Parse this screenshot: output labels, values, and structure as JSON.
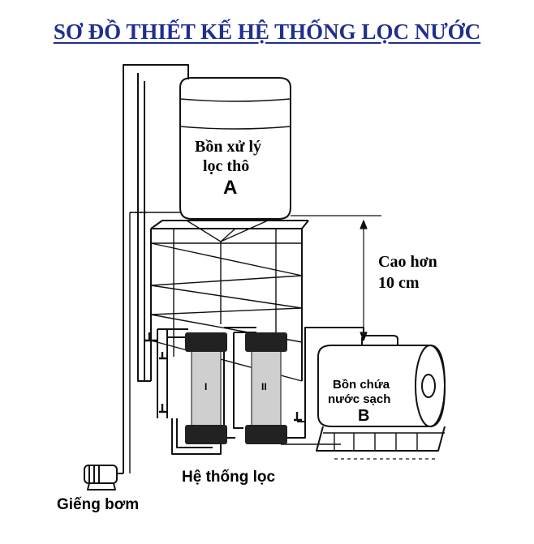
{
  "title": "SƠ ĐỒ THIẾT KẾ HỆ THỐNG LỌC NƯỚC",
  "tank_a": {
    "line1": "Bồn xử lý",
    "line2": "lọc thô",
    "letter": "A"
  },
  "height_note": {
    "line1": "Cao hơn",
    "line2": "10 cm"
  },
  "tank_b": {
    "line1": "Bồn chứa",
    "line2": "nước sạch",
    "letter": "B"
  },
  "filter_system": {
    "label": "Hệ thống lọc",
    "filter1": "I",
    "filter2": "II"
  },
  "pump": {
    "label": "Giếng bơm"
  }
}
